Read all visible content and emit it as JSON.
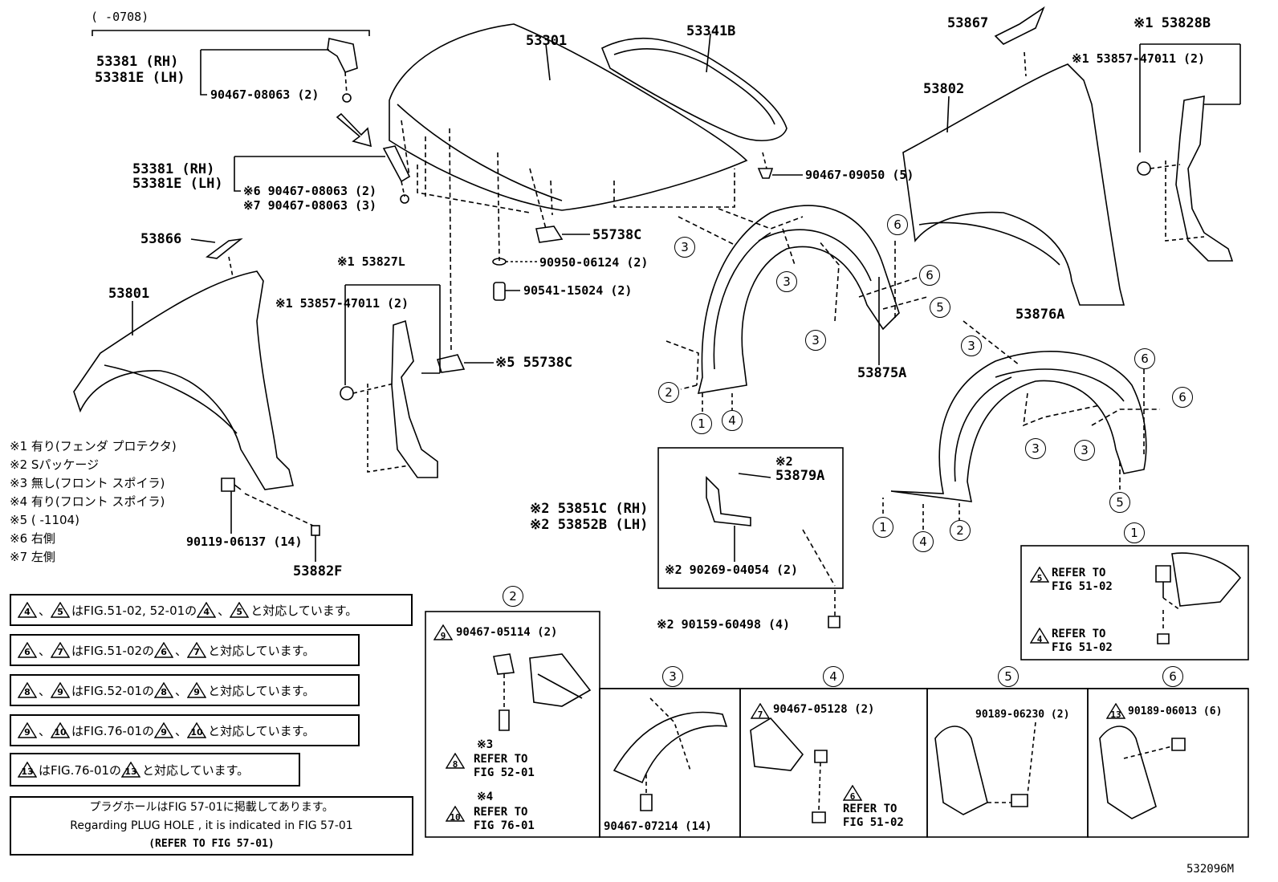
{
  "diagram_code": "532096M",
  "date_range": "(   -0708)",
  "labels": {
    "hood": "53301",
    "hood_seal": "53341B",
    "fender_rh": "53802",
    "fender_lh": "53801",
    "fender_seal": "53867",
    "fender_seal_lh": "53866",
    "protector_rh": "※1 53828B",
    "protector_lh": "※1 53827L",
    "clip_protector_rh": "※1 53857-47011 (2)",
    "clip_protector_lh": "※1 53857-47011 (2)",
    "bracket_top_rh": "53381 (RH)",
    "bracket_top_lh": "53381E (LH)",
    "clip_bracket_top": "90467-08063 (2)",
    "bracket_mid_rh": "53381 (RH)",
    "bracket_mid_lh": "53381E (LH)",
    "clip_mid_6": "※6 90467-08063 (2)",
    "clip_mid_7": "※7 90467-08063 (3)",
    "clip_90467_09050": "90467-09050 (5)",
    "cushion_55738c": "55738C",
    "cushion_55738c_5": "※5 55738C",
    "plug_90950": "90950-06124 (2)",
    "bumper_90541": "90541-15024 (2)",
    "liner_rh": "53875A",
    "liner_lh": "53876A",
    "bolt_90119": "90119-06137 (14)",
    "spacer_53882f": "53882F",
    "bracket_53879a_pre": "※2",
    "bracket_53879a": "53879A",
    "bracket_53851c": "※2 53851C (RH)",
    "bracket_53852b": "※2 53852B (LH)",
    "bolt_90269": "※2 90269-04054 (2)",
    "screw_90159": "※2 90159-60498 (4)"
  },
  "legend_notes": [
    "※1 有り(フェンダ プロテクタ)",
    "※2 Sパッケージ",
    "※3 無し(フロント スポイラ)",
    "※4 有り(フロント スポイラ)",
    "※5 (      -1104)",
    "※6 右側",
    "※7 左側"
  ],
  "correspondence": [
    {
      "a": "4",
      "b": "5",
      "text": "はFIG.51-02, 52-01の",
      "tail": "と対応しています。"
    },
    {
      "a": "6",
      "b": "7",
      "text": "はFIG.51-02の",
      "tail": "と対応しています。"
    },
    {
      "a": "8",
      "b": "9",
      "text": "はFIG.52-01の",
      "tail": "と対応しています。"
    },
    {
      "a": "9",
      "b": "10",
      "text": "はFIG.76-01の",
      "tail": "と対応しています。"
    },
    {
      "a": "13",
      "text": "はFIG.76-01の",
      "tail": "と対応しています。"
    }
  ],
  "plug_note": {
    "line1": "プラグホールはFIG 57-01に掲載してあります。",
    "line2": "Regarding PLUG HOLE , it is indicated in FIG 57-01",
    "line3": "(REFER TO FIG 57-01)"
  },
  "circled": [
    "1",
    "2",
    "3",
    "4",
    "5",
    "6"
  ],
  "detail": {
    "d1": {
      "ref_a_tri": "5",
      "ref_a": "REFER TO\nFIG 51-02",
      "ref_b_tri": "4",
      "ref_b": "REFER TO\nFIG 51-02"
    },
    "d2": {
      "tri": "9",
      "part": "90467-05114 (2)",
      "n3": "※3",
      "ref3_tri": "8",
      "ref3": "REFER TO\nFIG 52-01",
      "n4": "※4",
      "ref4_tri": "10",
      "ref4": "REFER TO\nFIG 76-01"
    },
    "d3": {
      "part": "90467-07214 (14)"
    },
    "d4": {
      "tri": "7",
      "part": "90467-05128 (2)",
      "ref_tri": "6",
      "ref": "REFER TO\nFIG 51-02"
    },
    "d5": {
      "part": "90189-06230 (2)"
    },
    "d6": {
      "tri": "13",
      "part": "90189-06013 (6)"
    }
  }
}
